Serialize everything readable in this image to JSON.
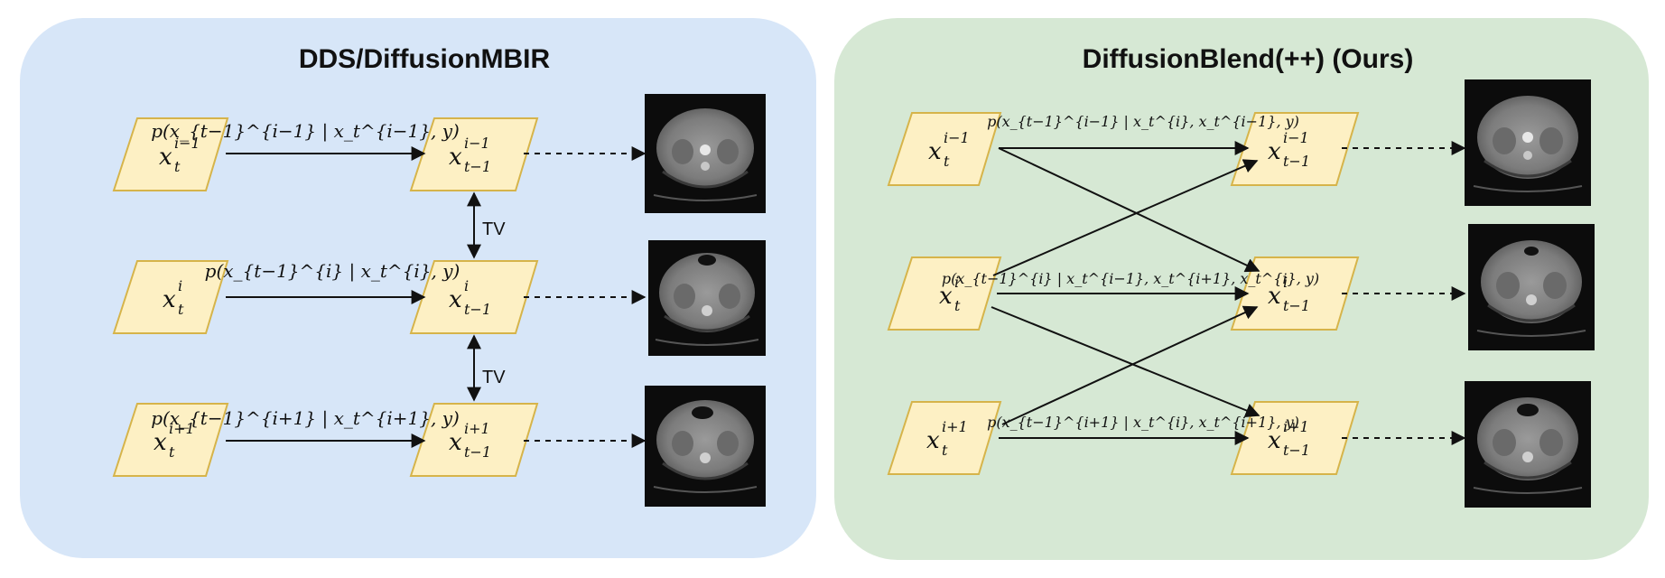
{
  "colors": {
    "left_panel": "#d7e6f8",
    "right_panel": "#d6e8d4",
    "node_fill": "#fdf0c4",
    "node_stroke": "#d6b44a"
  },
  "left": {
    "title": "DDS/DiffusionMBIR",
    "nodes": {
      "top_in": {
        "base": "x",
        "sup": "i−1",
        "sub": "t"
      },
      "mid_in": {
        "base": "x",
        "sup": "i",
        "sub": "t"
      },
      "bot_in": {
        "base": "x",
        "sup": "i+1",
        "sub": "t"
      },
      "top_out": {
        "base": "x",
        "sup": "i−1",
        "sub": "t−1"
      },
      "mid_out": {
        "base": "x",
        "sup": "i",
        "sub": "t−1"
      },
      "bot_out": {
        "base": "x",
        "sup": "i+1",
        "sub": "t−1"
      }
    },
    "edges": {
      "top": "p(x_{t−1}^{i−1} | x_t^{i−1}, y)",
      "mid": "p(x_{t−1}^{i} | x_t^{i}, y)",
      "bot": "p(x_{t−1}^{i+1} | x_t^{i+1}, y)"
    },
    "tv_label": "TV"
  },
  "right": {
    "title": "DiffusionBlend(++) (Ours)",
    "nodes": {
      "top_in": {
        "base": "x",
        "sup": "i−1",
        "sub": "t"
      },
      "mid_in": {
        "base": "x",
        "sup": "i",
        "sub": "t"
      },
      "bot_in": {
        "base": "x",
        "sup": "i+1",
        "sub": "t"
      },
      "top_out": {
        "base": "x",
        "sup": "i−1",
        "sub": "t−1"
      },
      "mid_out": {
        "base": "x",
        "sup": "i",
        "sub": "t−1"
      },
      "bot_out": {
        "base": "x",
        "sup": "i+1",
        "sub": "t−1"
      }
    },
    "edges": {
      "top": "p(x_{t−1}^{i−1} | x_t^{i}, x_t^{i−1}, y)",
      "mid": "p(x_{t−1}^{i} | x_t^{i−1}, x_t^{i+1}, x_t^{i}, y)",
      "bot": "p(x_{t−1}^{i+1} | x_t^{i}, x_t^{i+1}, y)"
    }
  },
  "icons": {
    "ct_slice": "ct-slice-image"
  }
}
